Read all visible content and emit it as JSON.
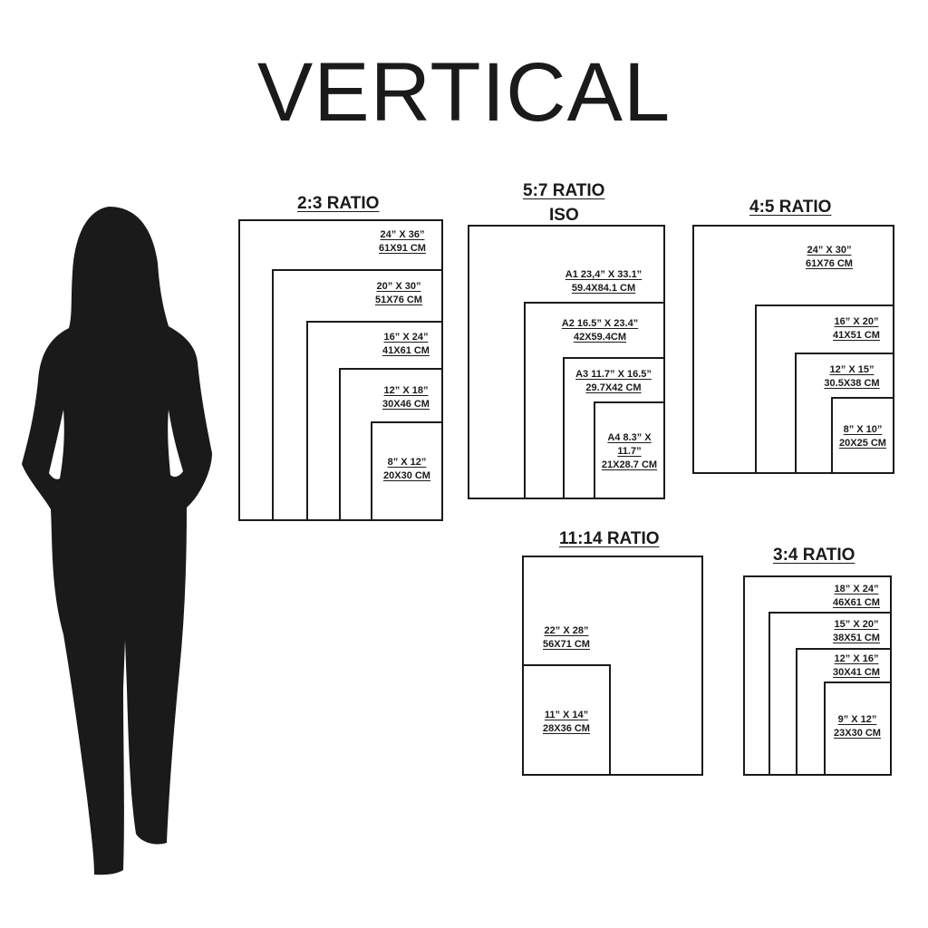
{
  "title": "VERTICAL",
  "silhouette_color": "#1a1a1a",
  "groups": {
    "r23": {
      "title": "2:3 RATIO",
      "sizes": [
        {
          "inch": "24” X 36”",
          "cm": "61X91 CM"
        },
        {
          "inch": "20” X 30”",
          "cm": "51X76 CM"
        },
        {
          "inch": "16” X 24”",
          "cm": "41X61 CM"
        },
        {
          "inch": "12” X 18”",
          "cm": "30X46 CM"
        },
        {
          "inch": "8” X 12”",
          "cm": "20X30 CM"
        }
      ]
    },
    "r57": {
      "title_line1": "5:7 RATIO",
      "title_line2": "ISO",
      "sizes": [
        {
          "inch": "A1 23,4” X 33.1”",
          "cm": "59.4X84.1 CM"
        },
        {
          "inch": "A2 16.5” X 23.4”",
          "cm": "42X59.4CM"
        },
        {
          "inch": "A3 11.7” X 16.5”",
          "cm": "29.7X42 CM"
        },
        {
          "line1": "A4 8.3” X",
          "line2": "11.7”",
          "cm": "21X28.7 CM"
        }
      ]
    },
    "r45": {
      "title": "4:5 RATIO",
      "sizes": [
        {
          "inch": "24” X 30”",
          "cm": "61X76 CM"
        },
        {
          "inch": "16” X 20”",
          "cm": "41X51 CM"
        },
        {
          "inch": "12” X 15”",
          "cm": "30.5X38 CM"
        },
        {
          "inch": "8” X 10”",
          "cm": "20X25 CM"
        }
      ]
    },
    "r1114": {
      "title": "11:14 RATIO",
      "sizes": [
        {
          "inch": "22” X 28”",
          "cm": "56X71 CM"
        },
        {
          "inch": "11” X 14”",
          "cm": "28X36 CM"
        }
      ]
    },
    "r34": {
      "title": "3:4 RATIO",
      "sizes": [
        {
          "inch": "18” X 24”",
          "cm": "46X61 CM"
        },
        {
          "inch": "15” X 20”",
          "cm": "38X51 CM"
        },
        {
          "inch": "12” X 16”",
          "cm": "30X41 CM"
        },
        {
          "inch": "9” X 12”",
          "cm": "23X30 CM"
        }
      ]
    }
  }
}
